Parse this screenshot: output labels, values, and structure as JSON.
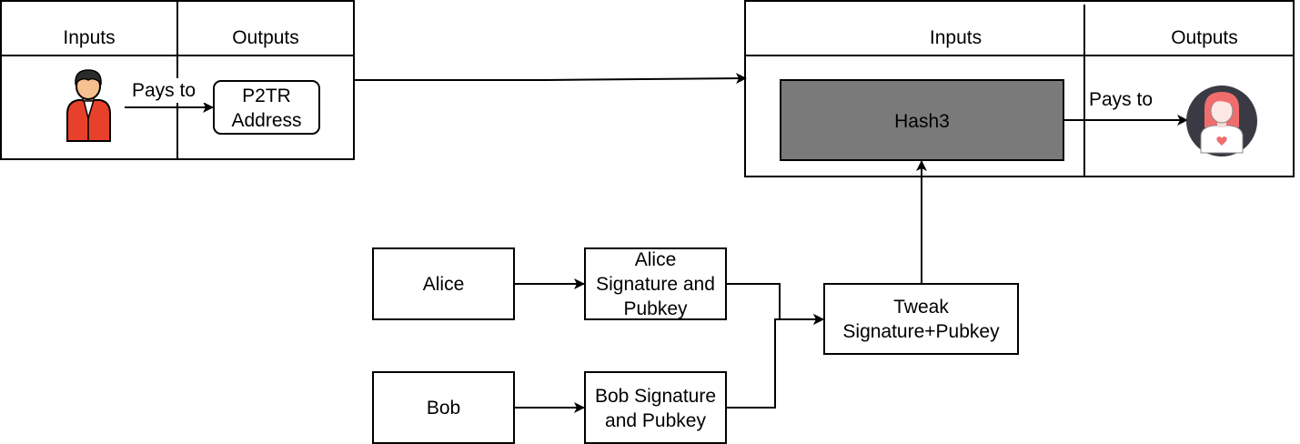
{
  "tx1": {
    "inputs_header": "Inputs",
    "outputs_header": "Outputs",
    "pays_to": "Pays to",
    "output_line1": "P2TR",
    "output_line2": "Address"
  },
  "tx2": {
    "inputs_header": "Inputs",
    "outputs_header": "Outputs",
    "hash_label": "Hash3",
    "pays_to": "Pays to"
  },
  "nodes": {
    "alice": "Alice",
    "alice_sig_line1": "Alice",
    "alice_sig_line2": "Signature and",
    "alice_sig_line3": "Pubkey",
    "bob": "Bob",
    "bob_sig_line1": "Bob Signature",
    "bob_sig_line2": "and Pubkey",
    "tweak_line1": "Tweak",
    "tweak_line2": "Signature+Pubkey"
  },
  "colors": {
    "hash_fill": "#7a7a7a",
    "person_red": "#e8412b",
    "avatar_dark": "#3a3a44",
    "avatar_hair": "#f16d6d"
  },
  "icons": {
    "sender": "man-avatar-icon",
    "receiver": "woman-avatar-icon"
  }
}
